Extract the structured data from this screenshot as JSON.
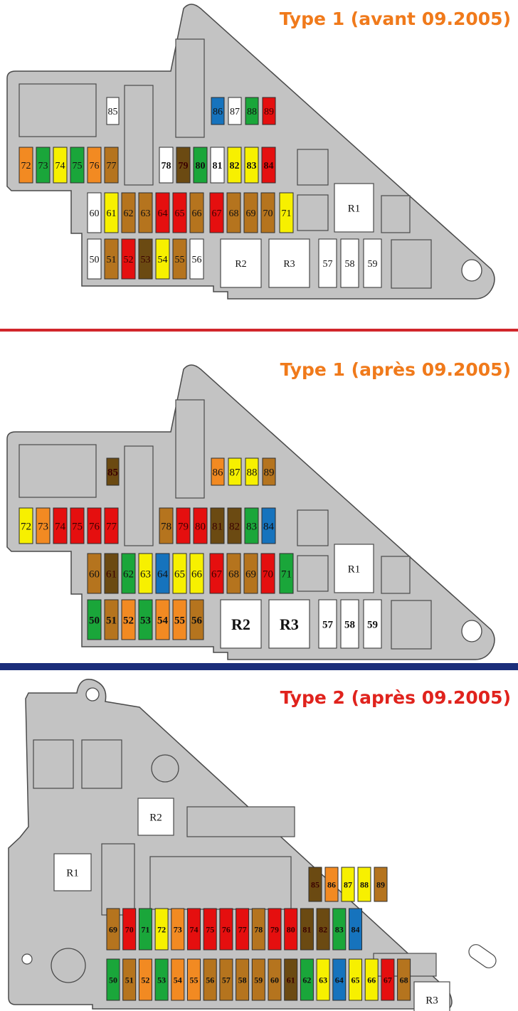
{
  "colors": {
    "board": "#c3c3c3",
    "outline": "#4a4a4a",
    "fuse": {
      "W": "#ffffff",
      "Y": "#f7f000",
      "O": "#f28a22",
      "G": "#1aa63a",
      "R": "#e50f0f",
      "B": "#1673bd",
      "T": "#b5741e",
      "D": "#6b4a12"
    },
    "title1": "#f07a1b",
    "title2": "#f07a1b",
    "title3": "#e0231d",
    "sep1": "#d1262b",
    "sep2": "#1b2e7a"
  },
  "panels": [
    {
      "title": "Type 1 (avant 09.2005)",
      "rows": [
        {
          "labels": [
            "85",
            "86",
            "87",
            "88",
            "89"
          ],
          "colors": [
            "W",
            "B",
            "W",
            "G",
            "R"
          ]
        },
        {
          "labels": [
            "72",
            "73",
            "74",
            "75",
            "76",
            "77",
            "78",
            "79",
            "80",
            "81",
            "82",
            "83",
            "84"
          ],
          "colors": [
            "O",
            "G",
            "Y",
            "G",
            "O",
            "T",
            "W",
            "D",
            "G",
            "W",
            "Y",
            "Y",
            "R"
          ]
        },
        {
          "labels": [
            "60",
            "61",
            "62",
            "63",
            "64",
            "65",
            "66",
            "67",
            "68",
            "69",
            "70",
            "71"
          ],
          "colors": [
            "W",
            "Y",
            "T",
            "T",
            "R",
            "R",
            "T",
            "R",
            "T",
            "T",
            "T",
            "Y"
          ]
        },
        {
          "labels": [
            "50",
            "51",
            "52",
            "53",
            "54",
            "55",
            "56",
            "57",
            "58",
            "59"
          ],
          "colors": [
            "W",
            "T",
            "R",
            "D",
            "Y",
            "T",
            "W",
            "W",
            "W",
            "W"
          ]
        }
      ],
      "relays": [
        "R1",
        "R2",
        "R3"
      ]
    },
    {
      "title": "Type 1 (après 09.2005)",
      "rows": [
        {
          "labels": [
            "85",
            "86",
            "87",
            "88",
            "89"
          ],
          "colors": [
            "D",
            "O",
            "Y",
            "Y",
            "T"
          ]
        },
        {
          "labels": [
            "72",
            "73",
            "74",
            "75",
            "76",
            "77",
            "78",
            "79",
            "80",
            "81",
            "82",
            "83",
            "84"
          ],
          "colors": [
            "Y",
            "O",
            "R",
            "R",
            "R",
            "R",
            "T",
            "R",
            "R",
            "D",
            "D",
            "G",
            "B"
          ]
        },
        {
          "labels": [
            "60",
            "61",
            "62",
            "63",
            "64",
            "65",
            "66",
            "67",
            "68",
            "69",
            "70",
            "71"
          ],
          "colors": [
            "T",
            "D",
            "G",
            "Y",
            "B",
            "Y",
            "Y",
            "R",
            "T",
            "T",
            "R",
            "G"
          ]
        },
        {
          "labels": [
            "50",
            "51",
            "52",
            "53",
            "54",
            "55",
            "56",
            "57",
            "58",
            "59"
          ],
          "colors": [
            "G",
            "T",
            "O",
            "G",
            "O",
            "O",
            "T",
            "W",
            "W",
            "W"
          ]
        }
      ],
      "relays": [
        "R1",
        "R2",
        "R3"
      ]
    },
    {
      "title": "Type 2 (après 09.2005)",
      "rows": [
        {
          "labels": [
            "85",
            "86",
            "87",
            "88",
            "89"
          ],
          "colors": [
            "D",
            "O",
            "Y",
            "Y",
            "T"
          ]
        },
        {
          "labels": [
            "69",
            "70",
            "71",
            "72",
            "73",
            "74",
            "75",
            "76",
            "77",
            "78",
            "79",
            "80",
            "81",
            "82",
            "83",
            "84"
          ],
          "colors": [
            "T",
            "R",
            "G",
            "Y",
            "O",
            "R",
            "R",
            "R",
            "R",
            "T",
            "R",
            "R",
            "D",
            "D",
            "G",
            "B"
          ]
        },
        {
          "labels": [
            "50",
            "51",
            "52",
            "53",
            "54",
            "55",
            "56",
            "57",
            "58",
            "59",
            "60",
            "61",
            "62",
            "63",
            "64",
            "65",
            "66",
            "67",
            "68"
          ],
          "colors": [
            "G",
            "T",
            "O",
            "G",
            "O",
            "O",
            "T",
            "T",
            "T",
            "T",
            "T",
            "D",
            "G",
            "Y",
            "B",
            "Y",
            "Y",
            "R",
            "T"
          ]
        }
      ],
      "relays": [
        "R1",
        "R2",
        "R3"
      ]
    }
  ]
}
